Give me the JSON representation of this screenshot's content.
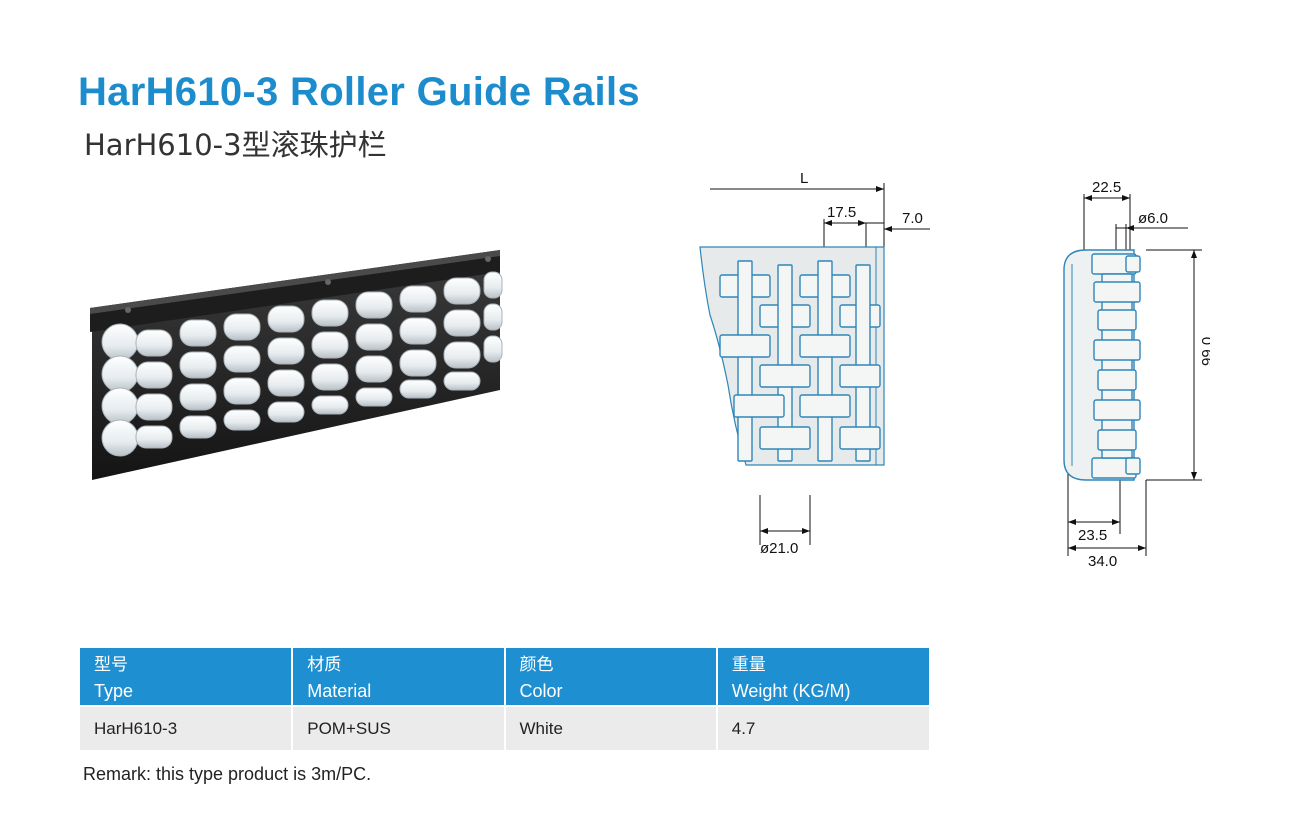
{
  "header": {
    "title_en": "HarH610-3 Roller Guide Rails",
    "title_cn": "HarH610-3型滚珠护栏"
  },
  "drawing": {
    "front": {
      "length": "L",
      "pitch": "17.5",
      "offset": "7.0",
      "roller_dia": "ø21.0"
    },
    "side": {
      "top_width": "22.5",
      "pin_dia": "ø6.0",
      "height": "99.0",
      "inner_width": "23.5",
      "outer_width": "34.0"
    }
  },
  "table": {
    "headers": [
      {
        "cn": "型号",
        "en": "Type"
      },
      {
        "cn": "材质",
        "en": "Material"
      },
      {
        "cn": "颜色",
        "en": "Color"
      },
      {
        "cn": "重量",
        "en": "Weight (KG/M)"
      }
    ],
    "rows": [
      [
        "HarH610-3",
        "POM+SUS",
        "White",
        "4.7"
      ]
    ]
  },
  "remark": "Remark: this type product is 3m/PC.",
  "colors": {
    "title": "#1c8ccc",
    "table_header": "#1e90d2",
    "row_bg": "#ebebeb",
    "drawing_line": "#2f86b8"
  }
}
